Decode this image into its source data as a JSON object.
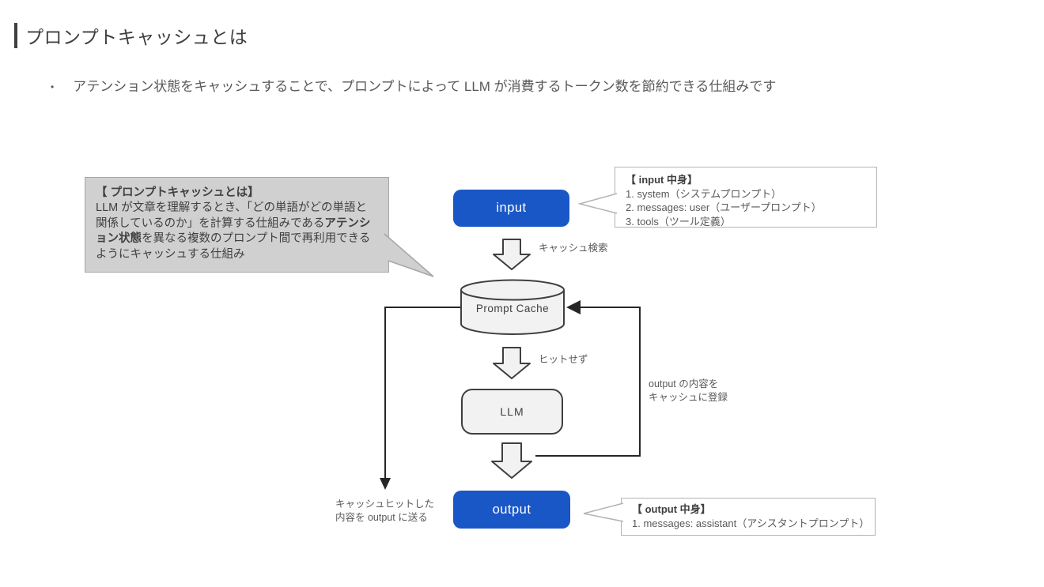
{
  "slide": {
    "title": "プロンプトキャッシュとは",
    "bullet_marker": "•",
    "bullet": "アテンション状態をキャッシュすることで、プロンプトによって LLM が消費するトークン数を節約できる仕組みです"
  },
  "callout_definition": {
    "heading": "【 プロンプトキャッシュとは】",
    "body_1": "LLM が文章を理解するとき、「どの単語がどの単語と関係しているのか」を計算する仕組みである",
    "body_bold": "アテンション状態",
    "body_2": "を異なる複数のプロンプト間で再利用できるようにキャッシュする仕組み"
  },
  "flow": {
    "input_label": "input",
    "output_label": "output",
    "cache_label": "Prompt Cache",
    "llm_label": "LLM",
    "search_label": "キャッシュ検索",
    "nohit_label": "ヒットせず",
    "register_line1": "output の内容を",
    "register_line2": "キャッシュに登録",
    "hit_line1": "キャッシュヒットした",
    "hit_line2": "内容を output に送る"
  },
  "callout_input": {
    "heading": "【 input 中身】",
    "items": [
      "1. system（システムプロンプト）",
      "2. messages: user（ユーザープロンプト）",
      "3. tools（ツール定義）"
    ]
  },
  "callout_output": {
    "heading": "【 output 中身】",
    "items": [
      "1. messages: assistant（アシスタントプロンプト）"
    ]
  },
  "colors": {
    "accent_blue": "#1a57c6",
    "node_fill": "#f2f2f2",
    "node_border": "#3f3f3f",
    "callout_gray_fill": "#d0d0d0",
    "callout_gray_border": "#a6a6a6",
    "callout_white_border": "#b3b3b3",
    "connector_line": "#262626",
    "text_dark": "#3f3f3f",
    "text_gray": "#595959"
  }
}
